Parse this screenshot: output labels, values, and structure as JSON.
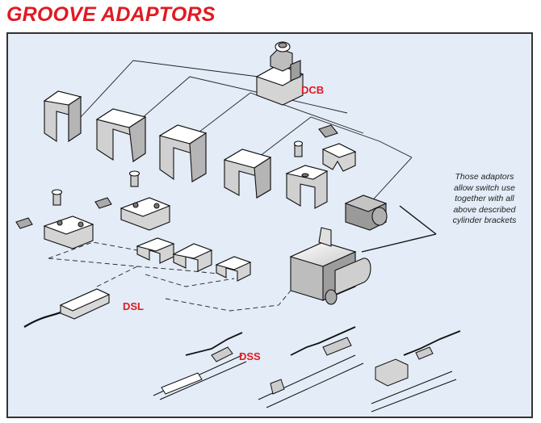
{
  "title": "GROOVE ADAPTORS",
  "labels": {
    "dcb": "DCB",
    "dsl": "DSL",
    "dss": "DSS"
  },
  "note": {
    "lines": [
      "Those adaptors",
      "allow switch use",
      "together with all",
      "above described",
      "cylinder brackets"
    ]
  },
  "colors": {
    "title": "#e01a22",
    "labels": "#e01a22",
    "panel_background": "#e3ecf7",
    "panel_border": "#333333",
    "part_fill": "#ffffff",
    "shadow": "#b8b8b8",
    "line": "#111111"
  }
}
